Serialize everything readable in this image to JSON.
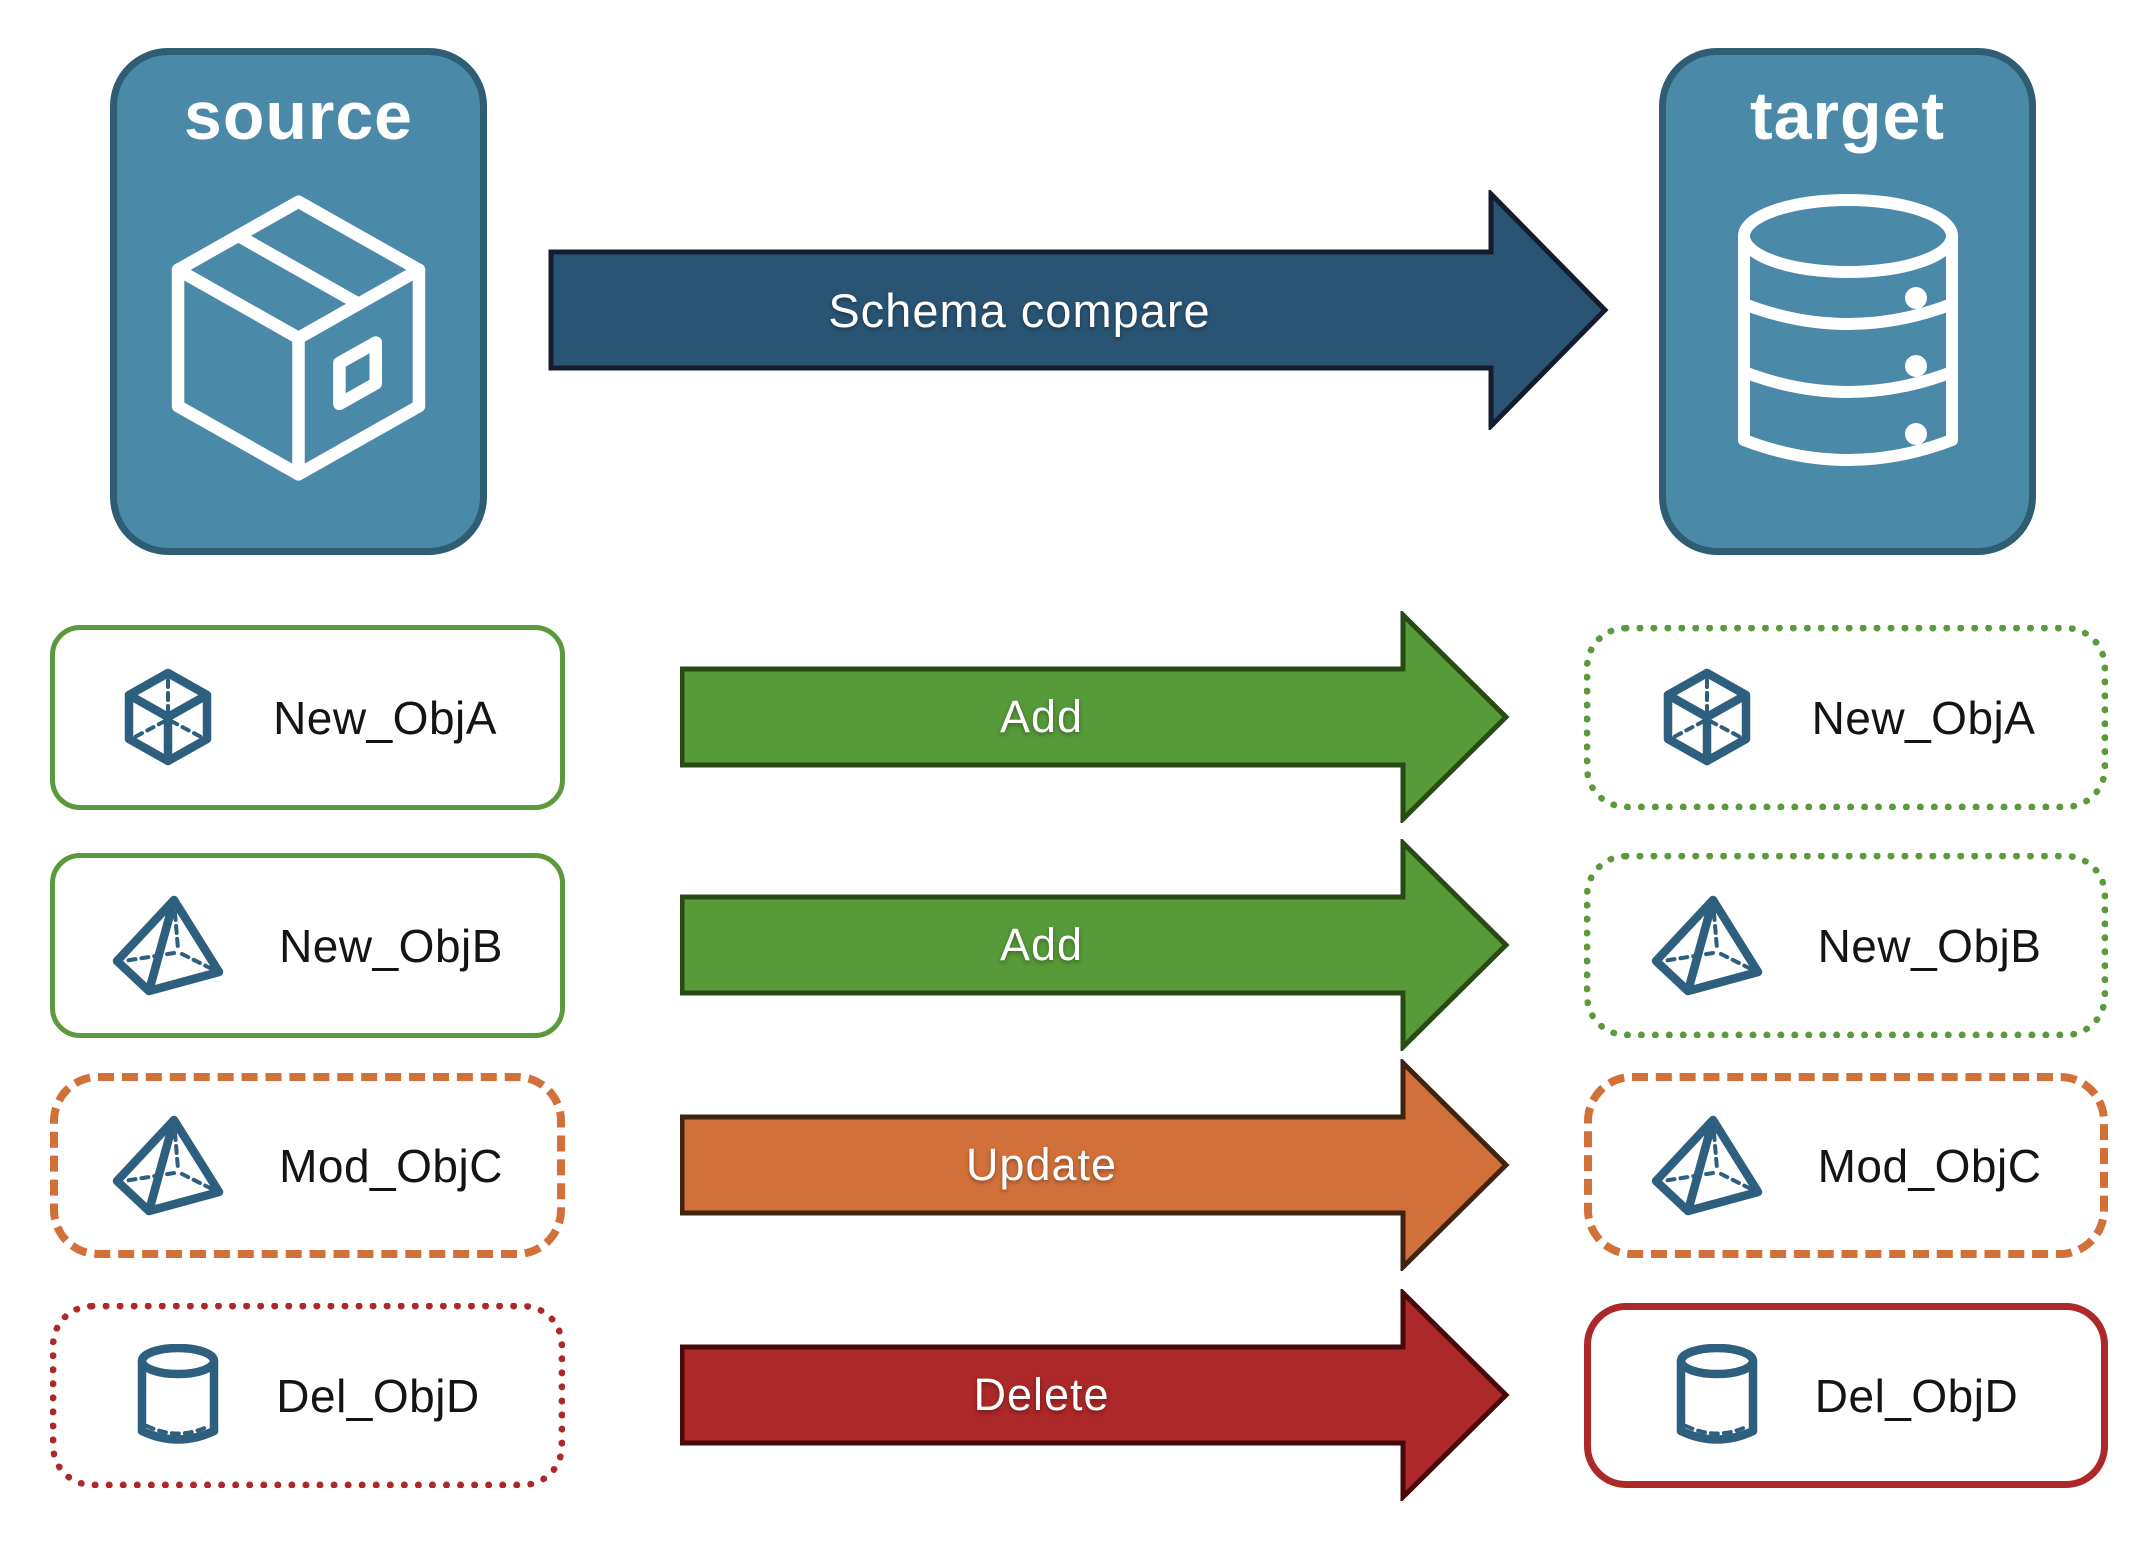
{
  "colors": {
    "panel_blue": "#4a89a8",
    "panel_border": "#2e5d74",
    "compare_arrow_blue": "#2a5474",
    "add_green": "#579a3a",
    "update_orange": "#d2703a",
    "delete_red": "#ad2828",
    "object_icon_blue": "#2e5f7e"
  },
  "source_panel": {
    "title": "source",
    "icon": "package-icon"
  },
  "target_panel": {
    "title": "target",
    "icon": "database-icon"
  },
  "compare_arrow": {
    "label": "Schema compare"
  },
  "rows": [
    {
      "icon": "cube-icon",
      "source_label": "New_ObjA",
      "action_label": "Add",
      "target_label": "New_ObjA"
    },
    {
      "icon": "pyramid-icon",
      "source_label": "New_ObjB",
      "action_label": "Add",
      "target_label": "New_ObjB"
    },
    {
      "icon": "pyramid-icon",
      "source_label": "Mod_ObjC",
      "action_label": "Update",
      "target_label": "Mod_ObjC"
    },
    {
      "icon": "cylinder-icon",
      "source_label": "Del_ObjD",
      "action_label": "Delete",
      "target_label": "Del_ObjD"
    }
  ]
}
